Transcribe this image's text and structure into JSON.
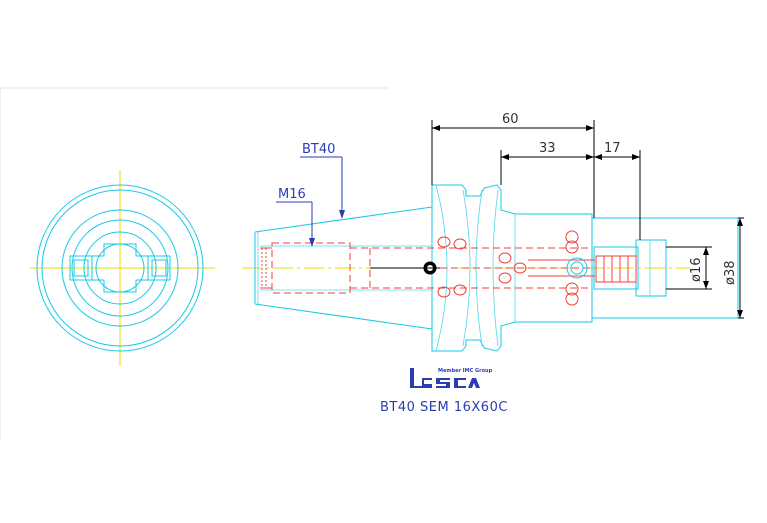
{
  "dimensions": {
    "overall_length": "60",
    "length_mid": "33",
    "length_end": "17",
    "bore_diameter": "ø16",
    "body_diameter": "ø38"
  },
  "labels": {
    "taper": "BT40",
    "thread": "M16"
  },
  "logo": {
    "member_text": "Member IMC Group"
  },
  "caption": "BT40 SEM 16X60C",
  "colors": {
    "outline": "#17c9e8",
    "hidden": "#f0403a",
    "annotation": "#2a3db3",
    "centerline": "#e8e000"
  }
}
